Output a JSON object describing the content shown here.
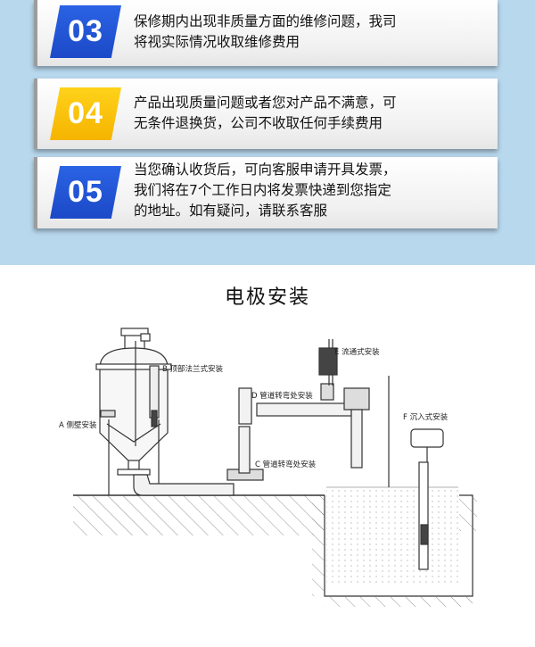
{
  "cards": [
    {
      "number": "03",
      "lines": [
        "保修期内出现非质量方面的维修问题，我司",
        "将视实际情况收取维修费用"
      ]
    },
    {
      "number": "04",
      "lines": [
        "产品出现质量问题或者您对产品不满意，可",
        "无条件退换货，公司不收取任何手续费用"
      ]
    },
    {
      "number": "05",
      "lines": [
        "当您确认收货后，可向客服申请开具发票，",
        "我们将在7个工作日内将发票快递到您指定",
        "的地址。如有疑问，请联系客服"
      ]
    }
  ],
  "section_title": "电极安装",
  "diagram_labels": {
    "a": "A 侧壁安装",
    "b": "B 顶部法兰式安装",
    "c": "C 管道转弯处安装",
    "d": "D 管道转弯处安装",
    "e": "E 流通式安装",
    "f": "F 沉入式安装"
  },
  "colors": {
    "band": "#b8d8ee",
    "badge_blue": "#1f52d0",
    "badge_yellow": "#f7be00"
  }
}
